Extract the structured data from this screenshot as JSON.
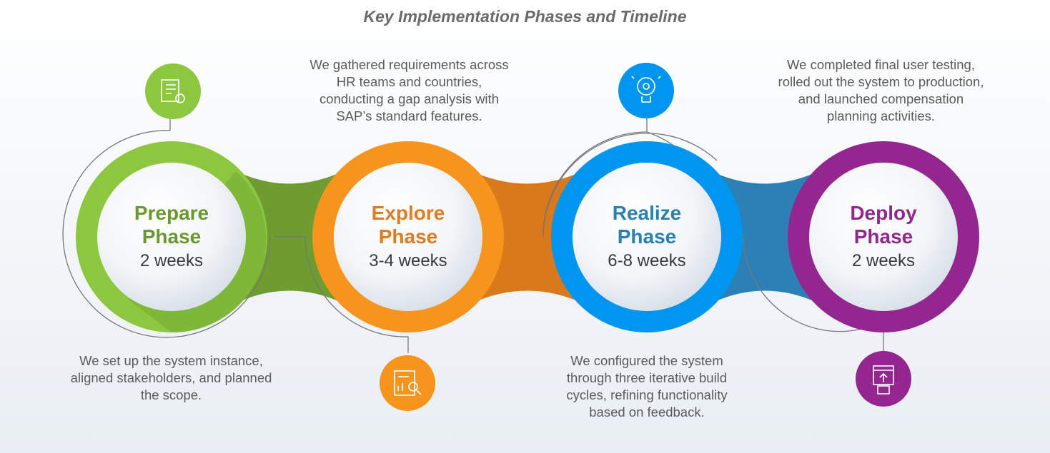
{
  "title": "Key Implementation Phases and Timeline",
  "phases": [
    {
      "name_line1": "Prepare",
      "name_line2": "Phase",
      "duration": "2 weeks",
      "description": "We set up the system instance, aligned stakeholders, and planned the scope.",
      "icon": "checklist-gear-icon",
      "color": "#8dc63f",
      "text_color": "#6a9a2f"
    },
    {
      "name_line1": "Explore",
      "name_line2": "Phase",
      "duration": "3-4 weeks",
      "description": "We gathered requirements across HR teams and countries, conducting a gap analysis with SAP’s standard features.",
      "icon": "report-analysis-icon",
      "color": "#f7941d",
      "text_color": "#e07b20"
    },
    {
      "name_line1": "Realize",
      "name_line2": "Phase",
      "duration": "6-8 weeks",
      "description": "We configured the system through three iterative build cycles, refining functionality based on feedback.",
      "icon": "lightbulb-gear-icon",
      "color": "#0096ef",
      "text_color": "#2a7fb5"
    },
    {
      "name_line1": "Deploy",
      "name_line2": "Phase",
      "duration": "2 weeks",
      "description": "We completed final user testing, rolled out the system to production, and launched compensation planning activities.",
      "icon": "deploy-code-icon",
      "color": "#93268f",
      "text_color": "#93268f"
    }
  ]
}
